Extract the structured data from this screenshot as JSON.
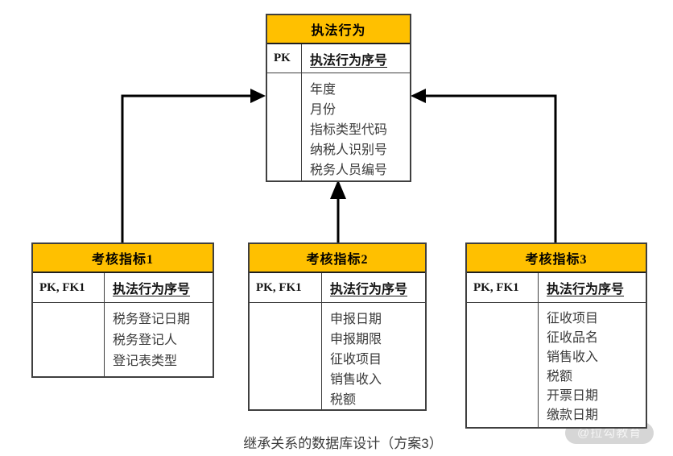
{
  "diagram": {
    "caption": "继承关系的数据库设计（方案3）",
    "watermark": "@拉勾教育",
    "colors": {
      "header_bg": "#FFC000",
      "table_border": "#3F3F3F",
      "arrow": "#000000",
      "attr_text": "#3A3A3A",
      "caption_text": "#3D3D3D",
      "watermark_bg": "#D6D6D6",
      "watermark_text": "#F4F4F4"
    },
    "tables": {
      "parent": {
        "title": "执法行为",
        "key_label": "PK",
        "key_field": "执法行为序号",
        "attributes": [
          "年度",
          "月份",
          "指标类型代码",
          "纳税人识别号",
          "税务人员编号"
        ]
      },
      "child1": {
        "title": "考核指标1",
        "key_label": "PK, FK1",
        "key_field": "执法行为序号",
        "attributes": [
          "税务登记日期",
          "税务登记人",
          "登记表类型"
        ]
      },
      "child2": {
        "title": "考核指标2",
        "key_label": "PK, FK1",
        "key_field": "执法行为序号",
        "attributes": [
          "申报日期",
          "申报期限",
          "征收项目",
          "销售收入",
          "税额"
        ]
      },
      "child3": {
        "title": "考核指标3",
        "key_label": "PK, FK1",
        "key_field": "执法行为序号",
        "attributes": [
          "征收项目",
          "征收品名",
          "销售收入",
          "税额",
          "开票日期",
          "缴款日期"
        ]
      }
    }
  }
}
